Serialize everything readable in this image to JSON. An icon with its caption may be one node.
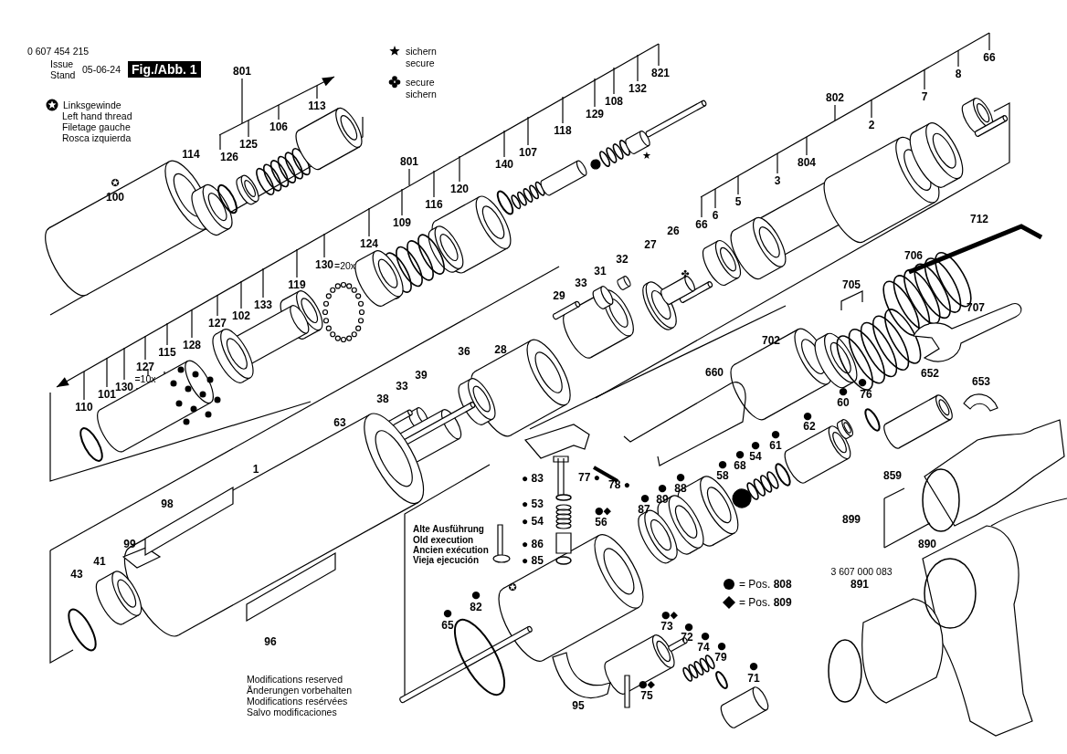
{
  "diagram": {
    "labels": [
      "0 607 454 215",
      "Issue",
      "Stand",
      "05-06-24",
      "Fig./Abb. 1",
      "secure",
      "sichern",
      "Left hand thread",
      "Filetage gauche",
      "Rosca izquierda",
      "801",
      "113",
      "106",
      "125",
      "126",
      "114",
      "✪",
      "100",
      "821",
      "132",
      "108",
      "129",
      "118",
      "107",
      "★",
      "140",
      "801",
      "120",
      "116",
      "109",
      "124",
      "130",
      "=20x",
      "119",
      "133",
      "102",
      "127",
      "128",
      "115",
      "127",
      "=10x",
      "130",
      "101",
      "110",
      "66",
      "8",
      "7",
      "802",
      "2",
      "804",
      "3",
      "5",
      "6",
      "66",
      "712",
      "26",
      "27",
      "706",
      "32",
      "31",
      "✤",
      "33",
      "705",
      "29",
      "707",
      "702",
      "28",
      "36",
      "660",
      "652",
      "39",
      "653",
      "●",
      "76",
      "33",
      "●",
      "60",
      "38",
      "●",
      "62",
      "63",
      "●",
      "61",
      "●",
      "54",
      "●",
      "68",
      "1",
      "●",
      "58",
      "●",
      "88",
      "● 83",
      "77 ●",
      "78 ●",
      "859",
      "●",
      "89",
      "●",
      "87",
      "● 53",
      "98",
      "●◆",
      "56",
      "899",
      "● 54",
      "Alte Ausführung",
      "Old execution",
      "Ancien exécution",
      "Vieja ejecución",
      "● 86",
      "890",
      "99",
      "41",
      "● 85",
      "3 607 000 083",
      "43",
      "891",
      "✪",
      "●",
      "82",
      "●",
      "65",
      "●◆",
      "73",
      "●",
      "72",
      "●",
      "74",
      "96",
      "●",
      "79",
      "●",
      "71",
      "Modifications reserved",
      "Änderungen vorbehalten",
      "Modifications resérvées",
      "Salvo modificaciones",
      "●◆",
      "75",
      "95"
    ],
    "legend": [
      {
        "text": "sichern"
      },
      {
        "text": "secure"
      },
      {
        "text": "Linksgewinde"
      },
      {
        "text": "= Pos. **808**"
      },
      {
        "text": "= Pos. **809**"
      }
    ]
  }
}
